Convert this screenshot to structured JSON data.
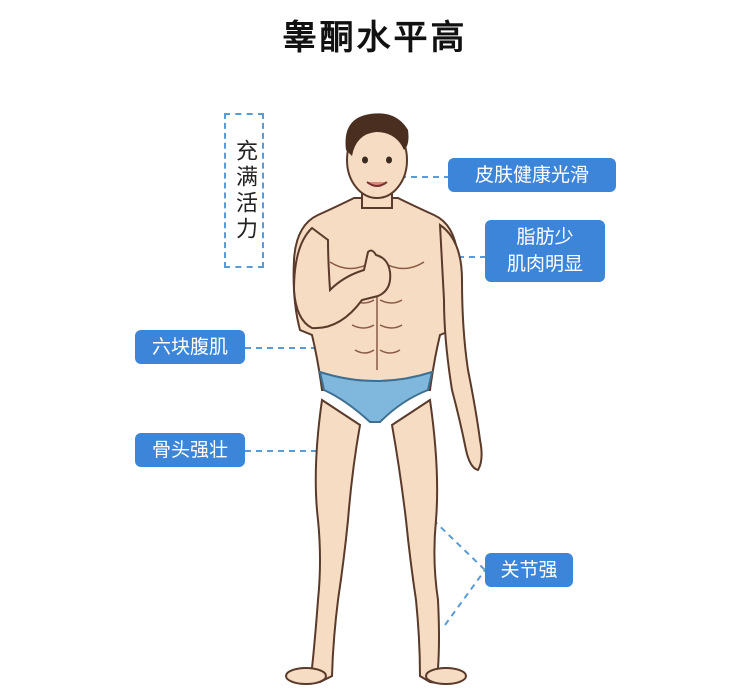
{
  "title": "睾酮水平高",
  "labels": {
    "vitality": "充满活力",
    "skin": "皮肤健康光滑",
    "fat_line1": "脂肪少",
    "fat_line2": "肌肉明显",
    "abs": "六块腹肌",
    "bones": "骨头强壮",
    "joints": "关节强"
  },
  "colors": {
    "label_bg": "#3d85d8",
    "dash": "#5b9bd5",
    "skin": "#f6dcc3",
    "briefs": "#7fb8dc",
    "hair": "#4a2f20"
  }
}
